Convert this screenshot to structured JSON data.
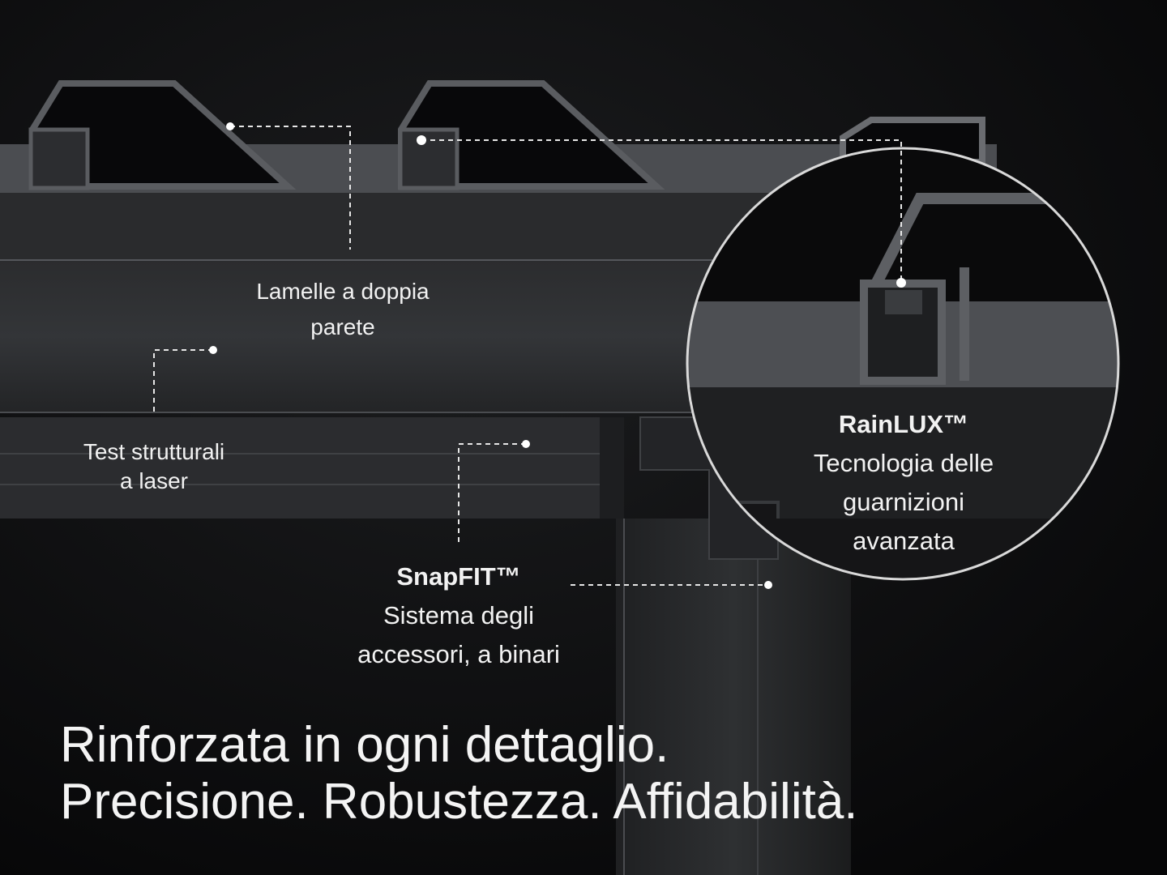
{
  "callouts": {
    "lamelle": {
      "line1": "Lamelle a doppia",
      "line2": "parete"
    },
    "laser": {
      "line1": "Test strutturali",
      "line2": "a laser"
    },
    "snapfit": {
      "title": "SnapFIT™",
      "line1": "Sistema degli",
      "line2": "accessori, a binari"
    },
    "rainlux": {
      "title": "RainLUX™",
      "line1": "Tecnologia delle",
      "line2": "guarnizioni",
      "line3": "avanzata"
    }
  },
  "headline": {
    "line1": "Rinforzata in ogni dettaglio.",
    "line2": "Precisione. Robustezza. Affidabilità."
  },
  "colors": {
    "background": "#0b0b0c",
    "metal": "#3a3c3f",
    "text": "#f2f2f2"
  }
}
